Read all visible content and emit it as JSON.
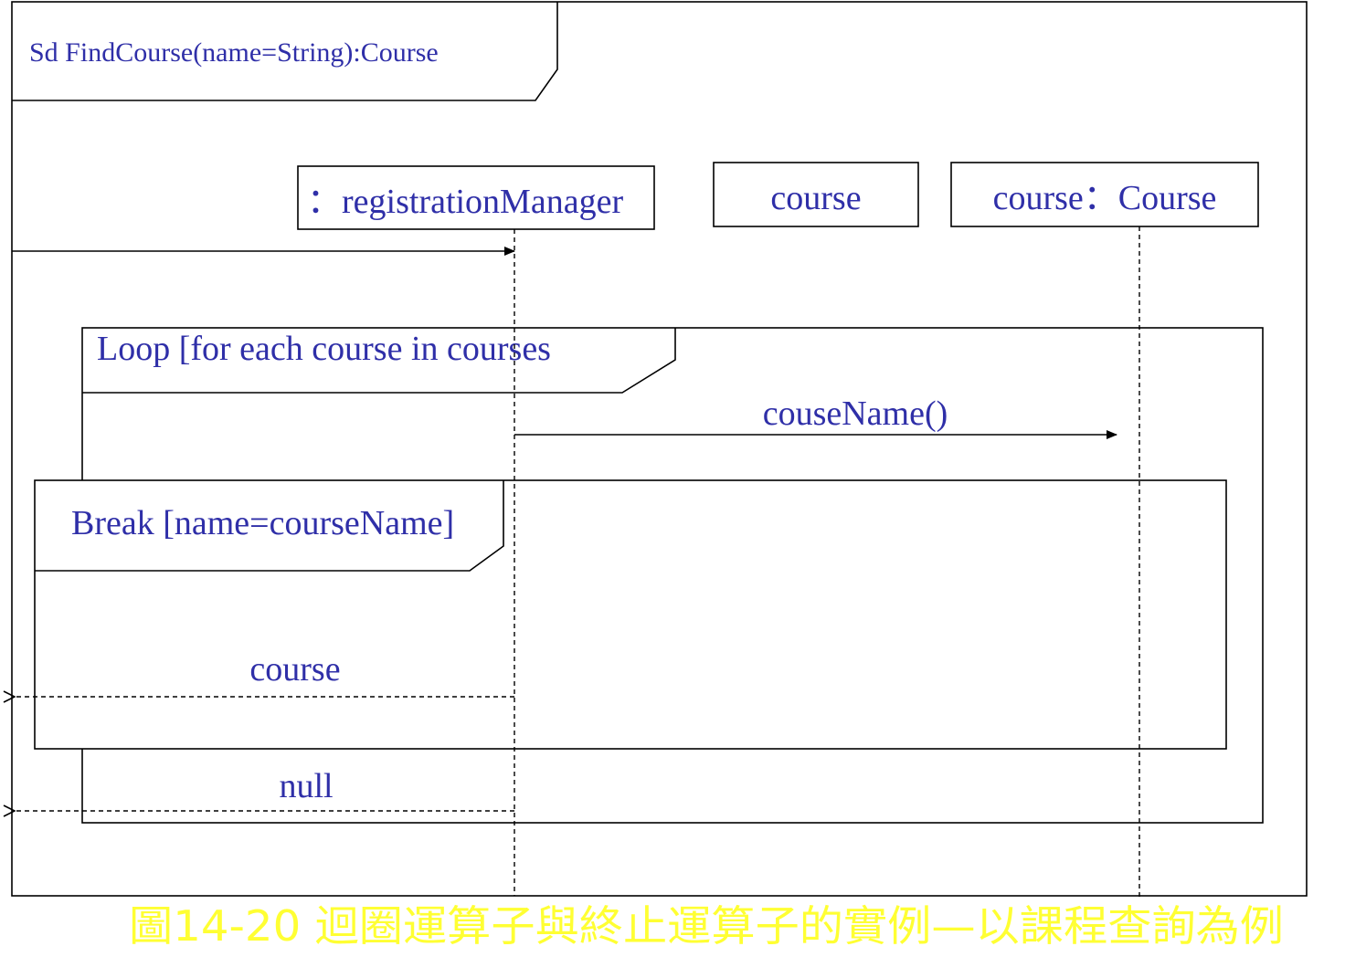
{
  "diagram": {
    "frame_title": "Sd FindCourse(name=String):Course",
    "lifelines": {
      "registration_manager": "：registrationManager",
      "course": "course",
      "course_course": "course：Course"
    },
    "loop": {
      "label": "Loop [for each course in  courses"
    },
    "break": {
      "label": "Break [name=courseName]"
    },
    "messages": {
      "couse_name": "couseName()",
      "return_course": "course",
      "return_null": "null"
    }
  },
  "caption": "圖14-20 迴圈運算子與終止運算子的實例—以課程查詢為例"
}
